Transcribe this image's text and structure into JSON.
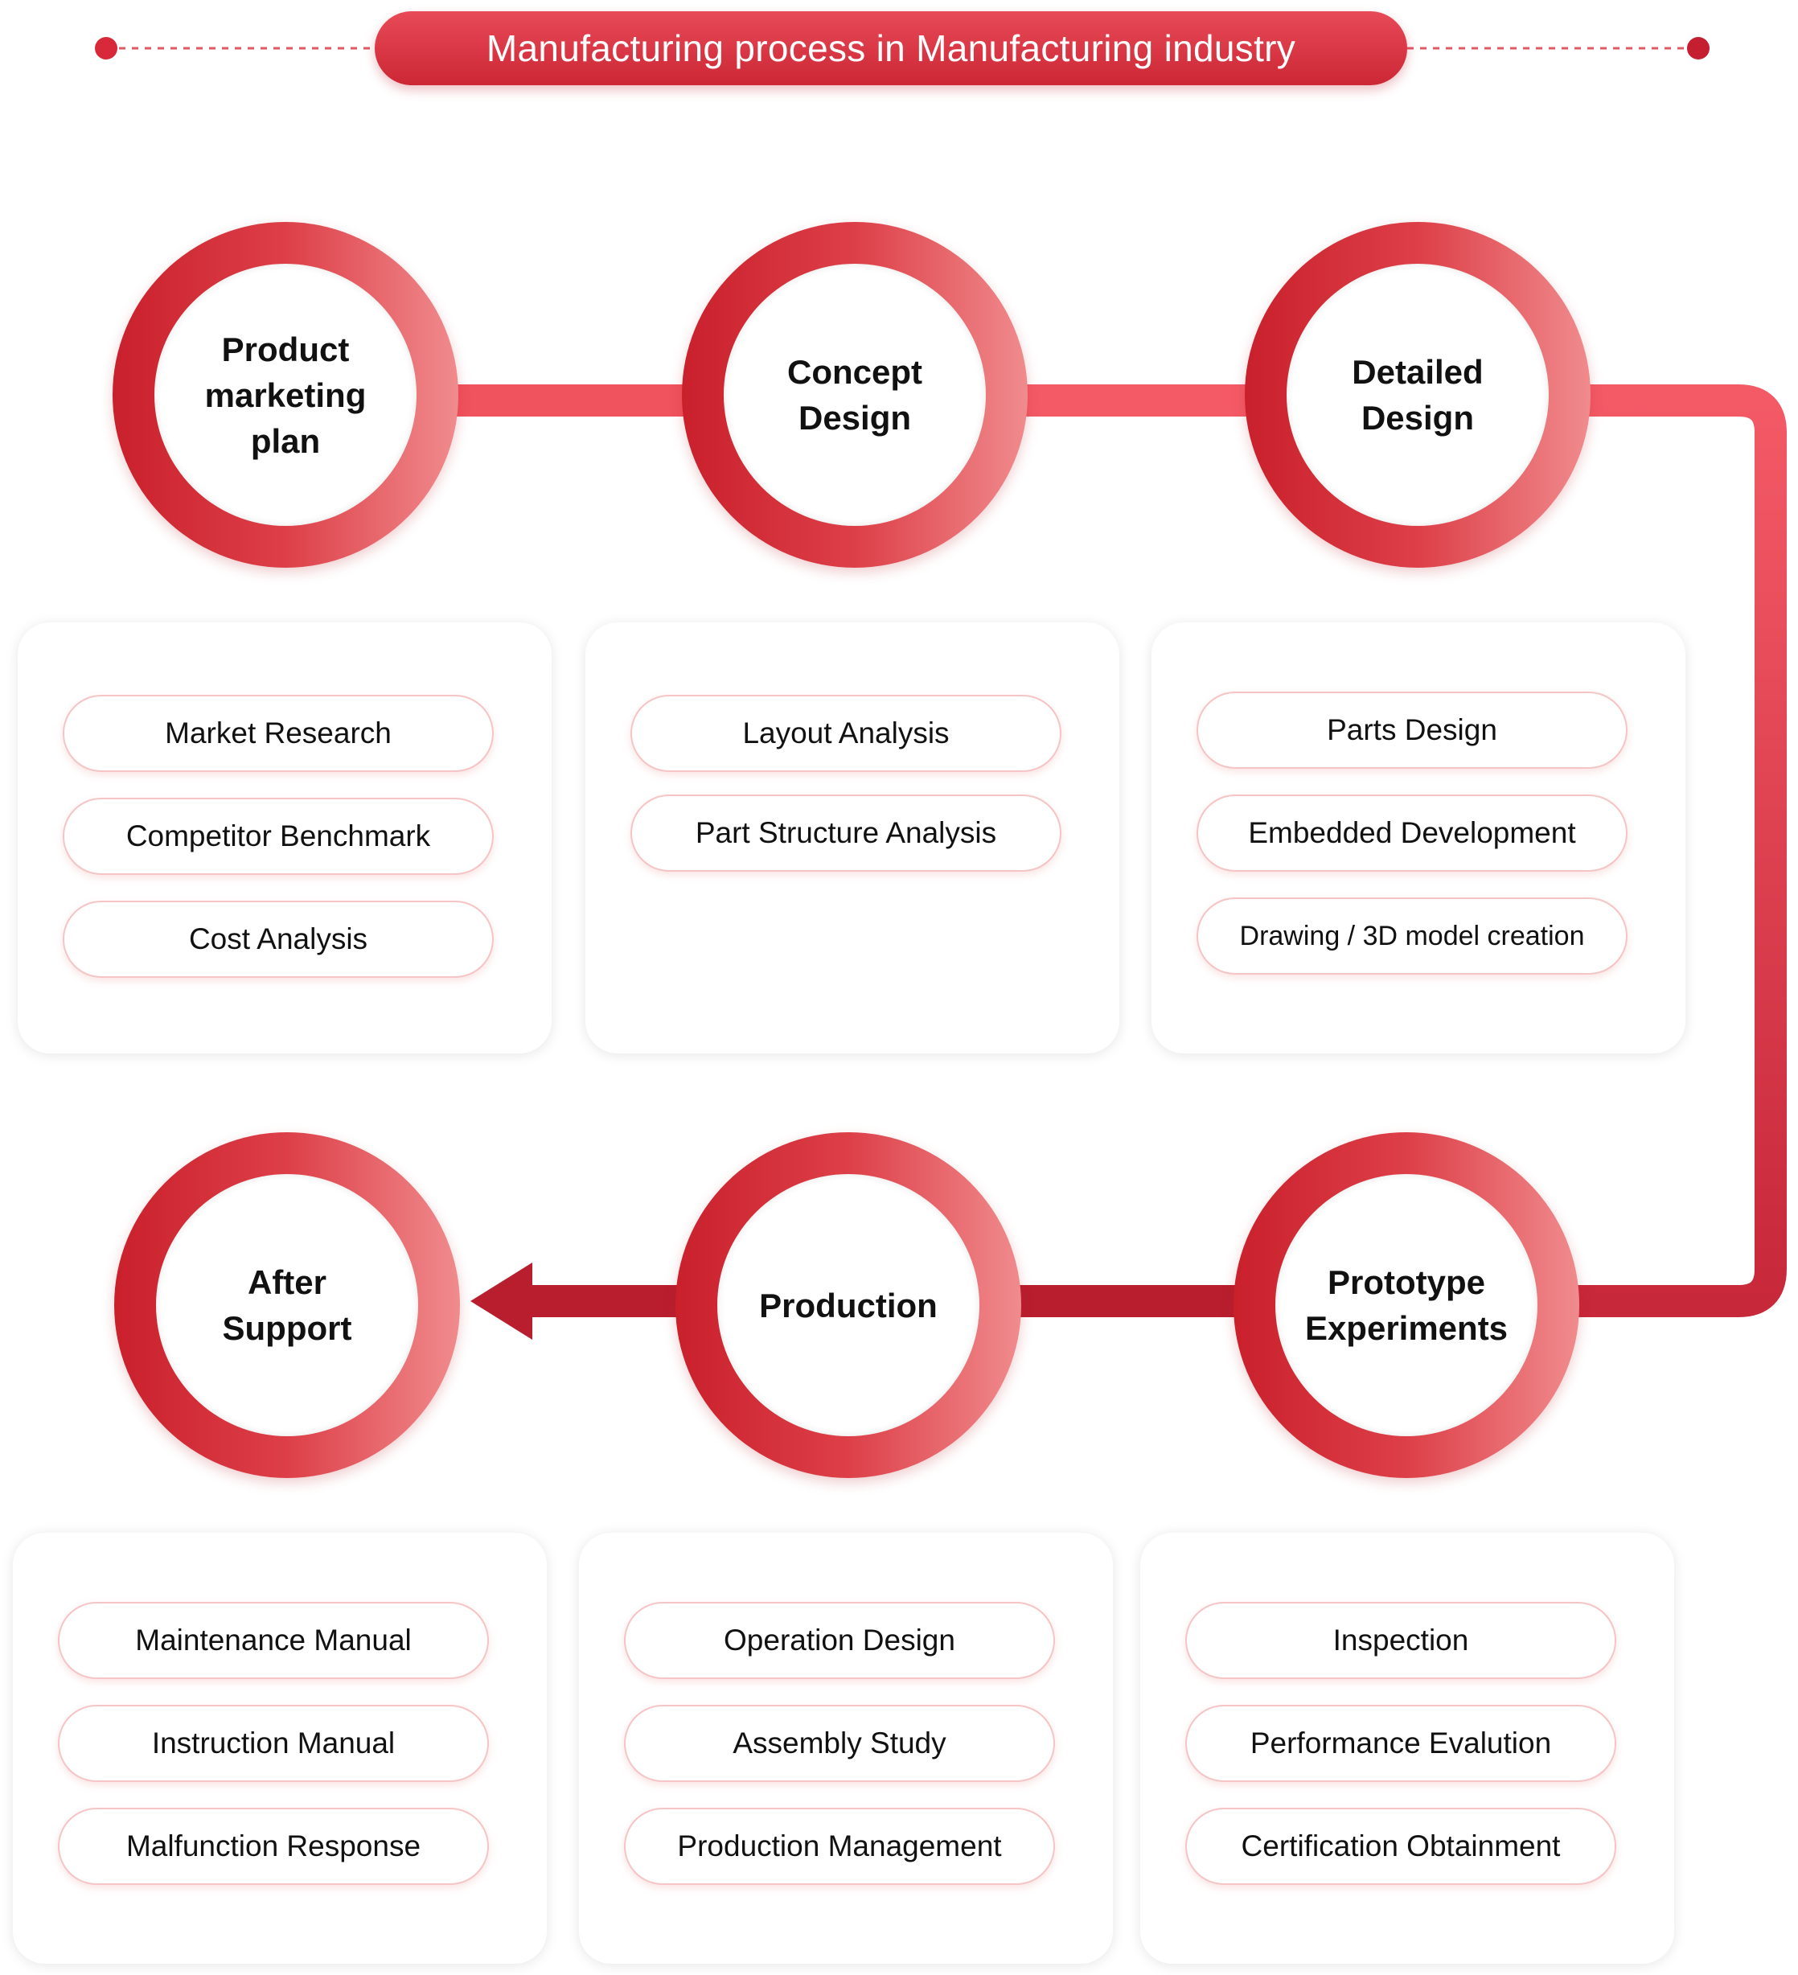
{
  "title": "Manufacturing process in Manufacturing industry",
  "colors": {
    "brand": "#d32f3b",
    "ring_light": "#f08b8d",
    "connector_top": "#f0525e",
    "connector_bottom": "#b81e2e",
    "pill_border": "#f6c4c4"
  },
  "stages": [
    {
      "title": "Product\nmarketing\nplan",
      "tasks": [
        "Market Research",
        "Competitor Benchmark",
        "Cost Analysis"
      ]
    },
    {
      "title": "Concept\nDesign",
      "tasks": [
        "Layout Analysis",
        "Part Structure Analysis"
      ]
    },
    {
      "title": "Detailed\nDesign",
      "tasks": [
        "Parts Design",
        "Embedded Development",
        "Drawing / 3D model creation"
      ]
    },
    {
      "title": "Prototype\nExperiments",
      "tasks": [
        "Inspection",
        "Performance Evalution",
        "Certification Obtainment"
      ]
    },
    {
      "title": "Production",
      "tasks": [
        "Operation Design",
        "Assembly Study",
        "Production Management"
      ]
    },
    {
      "title": "After\nSupport",
      "tasks": [
        "Maintenance Manual",
        "Instruction Manual",
        "Malfunction Response"
      ]
    }
  ]
}
